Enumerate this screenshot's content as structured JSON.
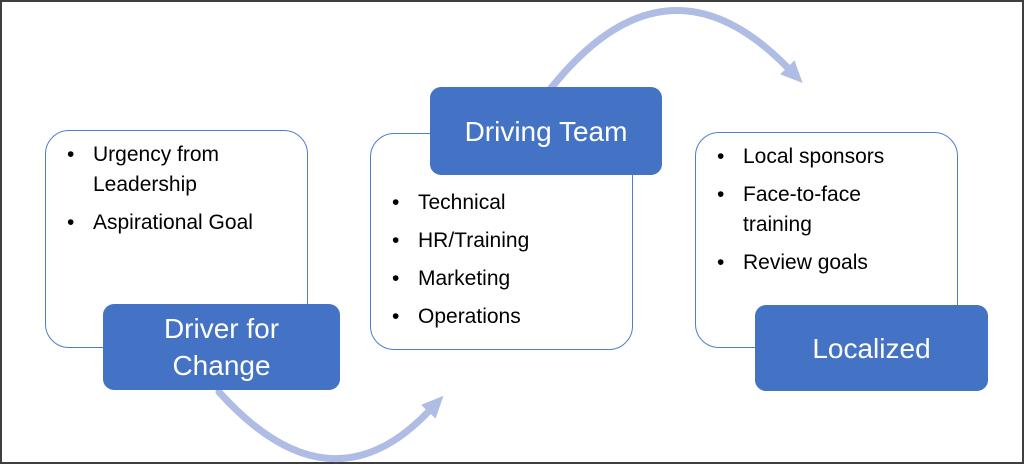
{
  "diagram": {
    "stages": [
      {
        "label": "Driver for Change",
        "items": [
          "Urgency from Leadership",
          "Aspirational Goal"
        ]
      },
      {
        "label": "Driving Team",
        "items": [
          "Technical",
          "HR/Training",
          "Marketing",
          "Operations"
        ]
      },
      {
        "label": "Localized",
        "items": [
          "Local sponsors",
          "Face-to-face training",
          "Review goals"
        ]
      }
    ],
    "colors": {
      "accent_blue": "#4472C4",
      "card_outline": "#4E7DCB",
      "arrow": "#AFBCE3",
      "frame_border": "#3E3E3E",
      "label_text": "#FFFFFF",
      "bullet_text": "#000000"
    }
  }
}
